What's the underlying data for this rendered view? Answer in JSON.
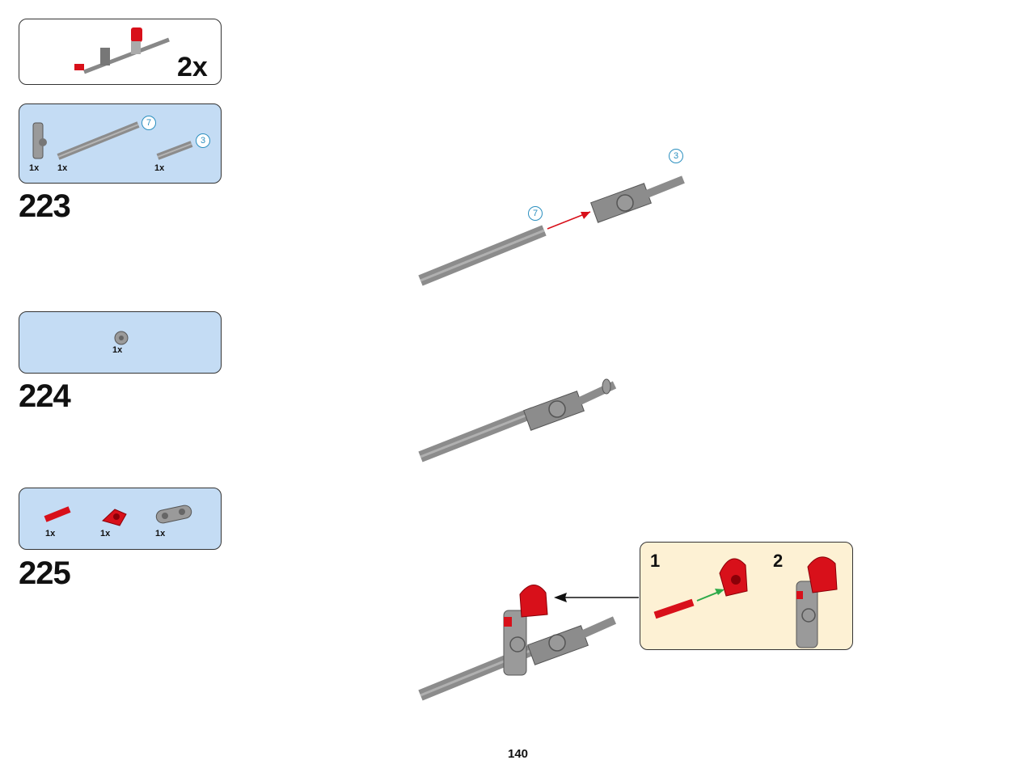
{
  "page_number": "140",
  "submodel": {
    "multiplier": "2x"
  },
  "steps": [
    {
      "number": "223",
      "parts": [
        {
          "qty": "1x",
          "name": "axle-connector"
        },
        {
          "qty": "1x",
          "name": "axle",
          "length_callout": "7"
        },
        {
          "qty": "1x",
          "name": "axle",
          "length_callout": "3"
        }
      ],
      "assembly_callouts": [
        "7",
        "3"
      ]
    },
    {
      "number": "224",
      "parts": [
        {
          "qty": "1x",
          "name": "bush"
        }
      ]
    },
    {
      "number": "225",
      "parts": [
        {
          "qty": "1x",
          "name": "red-pin"
        },
        {
          "qty": "1x",
          "name": "red-connector"
        },
        {
          "qty": "1x",
          "name": "gray-double-connector"
        }
      ],
      "substeps": [
        "1",
        "2"
      ]
    }
  ],
  "colors": {
    "parts_bg": "#c4dcf4",
    "subassembly_bg": "#fdf1d4",
    "callout": "#2b8fbf",
    "red_part": "#d8101a",
    "gray_part": "#9a9a9a"
  }
}
